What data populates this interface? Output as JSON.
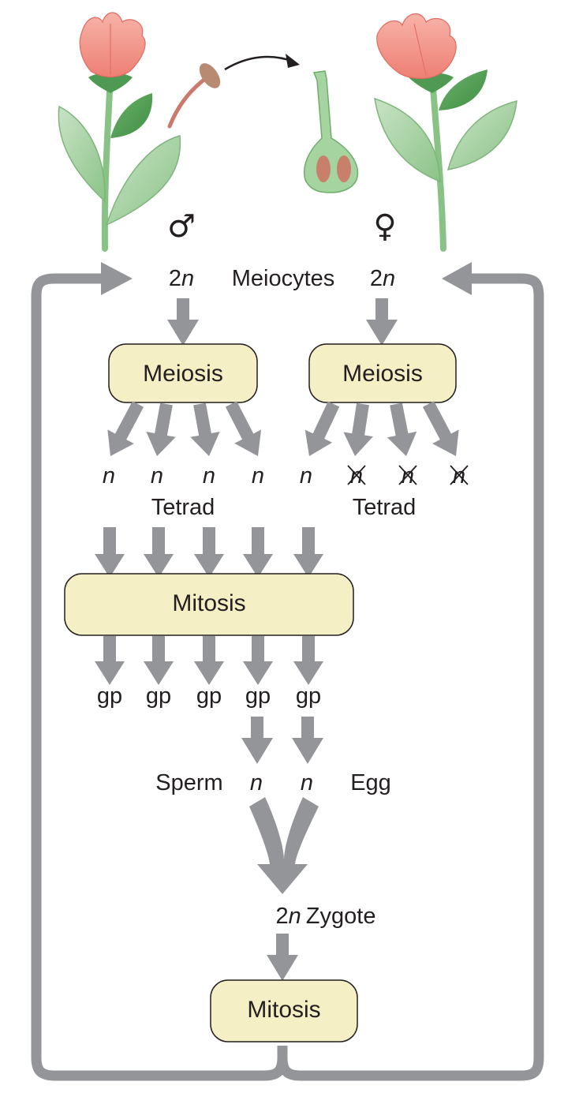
{
  "colors": {
    "arrow": "#939598",
    "box_fill": "#f5efc5",
    "box_stroke": "#231f20",
    "petal": "#f0948a",
    "leaf": "#9dcb9a",
    "stem": "#88c285",
    "anther": "#b98a72",
    "ovule": "#c9806a"
  },
  "plants": {
    "male_symbol": "♂",
    "female_symbol": "♀"
  },
  "meiocytes": {
    "left_ploidy_num": "2",
    "left_ploidy_var": "n",
    "label": "Meiocytes",
    "right_ploidy_num": "2",
    "right_ploidy_var": "n"
  },
  "meiosis_left": {
    "label": "Meiosis"
  },
  "meiosis_right": {
    "label": "Meiosis"
  },
  "tetrad_left": {
    "products": [
      "n",
      "n",
      "n",
      "n"
    ],
    "label": "Tetrad"
  },
  "tetrad_right": {
    "products": [
      "n",
      "n",
      "n",
      "n"
    ],
    "aborted": [
      false,
      true,
      true,
      true
    ],
    "label": "Tetrad"
  },
  "mitosis_gametophyte": {
    "label": "Mitosis"
  },
  "gametophytes": [
    "gp",
    "gp",
    "gp",
    "gp",
    "gp"
  ],
  "gametes": {
    "sperm_label": "Sperm",
    "sperm_ploidy": "n",
    "egg_ploidy": "n",
    "egg_label": "Egg"
  },
  "zygote": {
    "ploidy_num": "2",
    "ploidy_var": "n",
    "label": "Zygote"
  },
  "mitosis_zygote": {
    "label": "Mitosis"
  }
}
